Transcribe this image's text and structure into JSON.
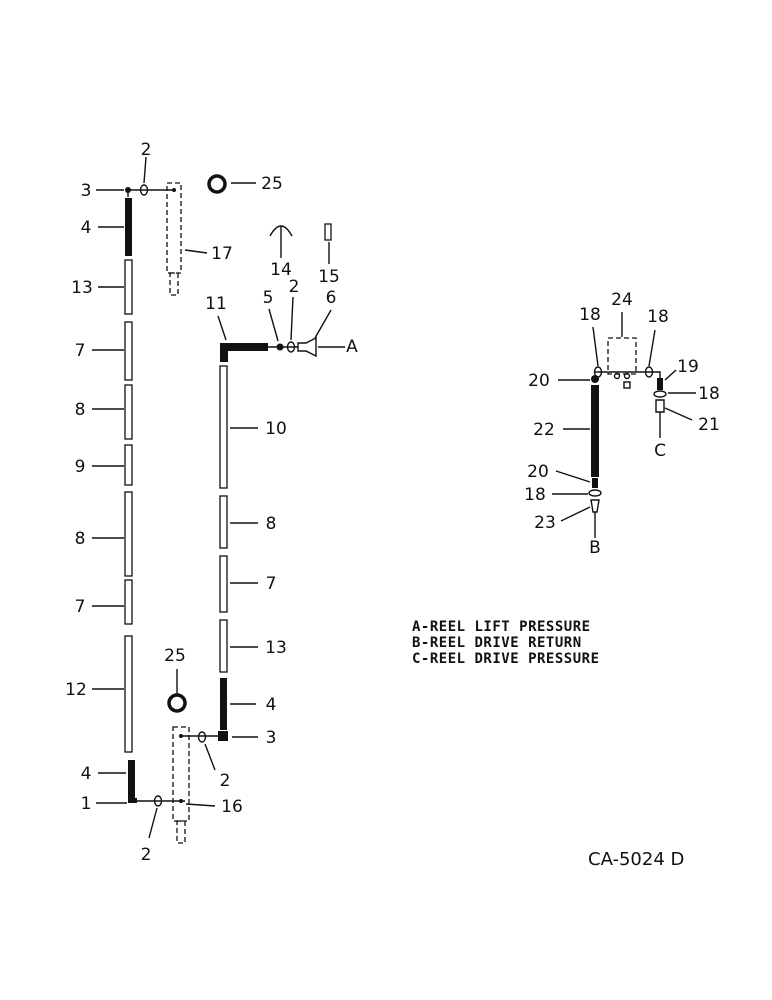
{
  "callouts": {
    "n1": "1",
    "n2": "2",
    "n3": "3",
    "n4": "4",
    "n5": "5",
    "n6": "6",
    "n7": "7",
    "n8": "8",
    "n9": "9",
    "n10": "10",
    "n11": "11",
    "n12": "12",
    "n13": "13",
    "n14": "14",
    "n15": "15",
    "n16": "16",
    "n17": "17",
    "n18": "18",
    "n19": "19",
    "n20": "20",
    "n21": "21",
    "n22": "22",
    "n23": "23",
    "n24": "24",
    "n25": "25",
    "a": "A",
    "b": "B",
    "c": "C"
  },
  "legend": [
    "A-REEL LIFT PRESSURE",
    "B-REEL DRIVE RETURN",
    "C-REEL DRIVE PRESSURE"
  ],
  "drawing_code": "CA-5024 D"
}
